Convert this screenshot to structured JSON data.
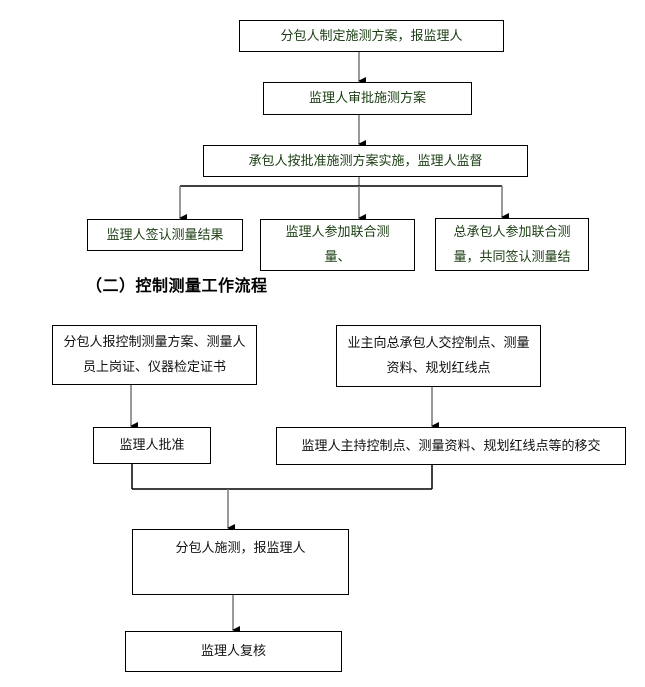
{
  "diagram_a": {
    "nodes": {
      "plan": "分包人制定施测方案，报监理人",
      "approve": "监理人审批施测方案",
      "implement": "承包人按批准施测方案实施，监理人监督",
      "sign": "监理人签认测量结果",
      "joint_supervisor": "监理人参加联合测量、",
      "joint_contractor": "总承包人参加联合测量，共同签认测量结"
    },
    "text_color": "#1a3d12"
  },
  "section_heading": "（二）控制测量工作流程",
  "diagram_b": {
    "nodes": {
      "submit": "分包人报控制测量方案、测量人员上岗证、仪器检定证书",
      "owner_handover": "业主向总承包人交控制点、测量资料、规划红线点",
      "supervisor_approve": "监理人批准",
      "supervisor_handover": "监理人主持控制点、测量资料、规划红线点等的移交",
      "survey": "分包人施测，报监理人",
      "recheck": "监理人复核"
    },
    "text_color": "#111111"
  }
}
